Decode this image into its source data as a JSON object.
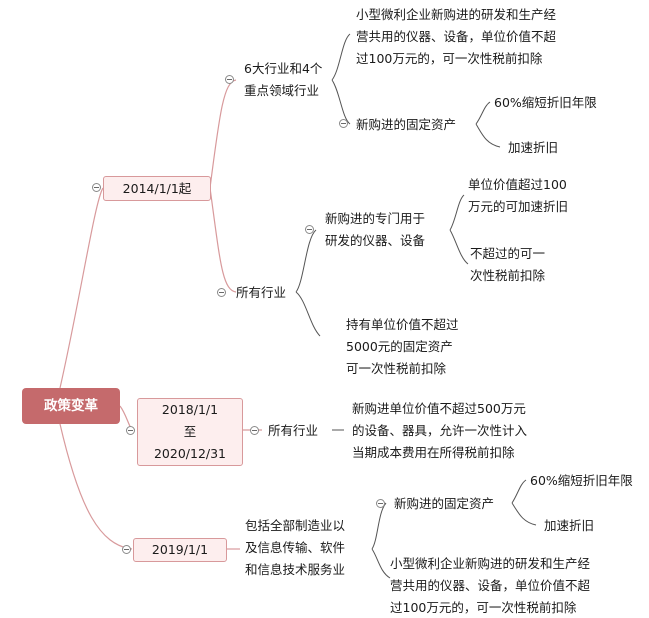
{
  "root": "政策变革",
  "branches": [
    {
      "date": "2014/1/1起",
      "children": [
        {
          "label": [
            "6大行业和4个",
            "重点领域行业"
          ],
          "children": [
            [
              "小型微利企业新购进的研发和生产经",
              "营共用的仪器、设备，单位价值不超",
              "过100万元的，可一次性税前扣除"
            ],
            {
              "label": "新购进的固定资产",
              "children": [
                "60%缩短折旧年限",
                "加速折旧"
              ]
            }
          ]
        },
        {
          "label": "所有行业",
          "children": [
            {
              "label": [
                "新购进的专门用于",
                "研发的仪器、设备"
              ],
              "children": [
                [
                  "单位价值超过100",
                  "万元的可加速折旧"
                ],
                [
                  "不超过的可一",
                  "次性税前扣除"
                ]
              ]
            },
            [
              "持有单位价值不超过",
              "5000元的固定资产",
              "可一次性税前扣除"
            ]
          ]
        }
      ]
    },
    {
      "date": [
        "2018/1/1",
        "至",
        "2020/12/31"
      ],
      "children": [
        {
          "label": "所有行业",
          "children": [
            [
              "新购进单位价值不超过500万元",
              "的设备、器具，允许一次性计入",
              "当期成本费用在所得税前扣除"
            ]
          ]
        }
      ]
    },
    {
      "date": "2019/1/1",
      "children": [
        {
          "label": [
            "包括全部制造业以",
            "及信息传输、软件",
            "和信息技术服务业"
          ],
          "children": [
            {
              "label": "新购进的固定资产",
              "children": [
                "60%缩短折旧年限",
                "加速折旧"
              ]
            },
            [
              "小型微利企业新购进的研发和生产经",
              "营共用的仪器、设备，单位价值不超",
              "过100万元的，可一次性税前扣除"
            ]
          ]
        }
      ]
    }
  ],
  "colors": {
    "root_fill": "#c56a6c",
    "box_fill": "#fdeeee",
    "box_border": "#d8999b",
    "branch_line": "#d89a9c",
    "leaf_line": "#555555"
  }
}
